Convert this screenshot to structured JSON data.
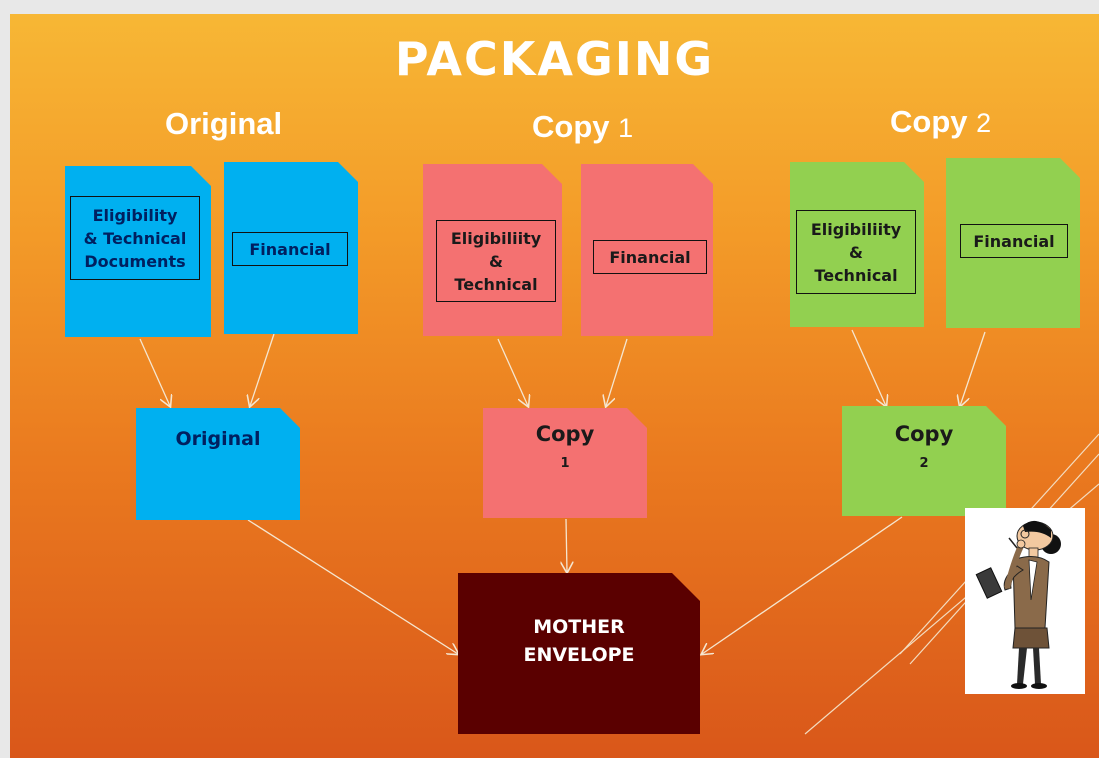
{
  "title": "PACKAGING",
  "columns": [
    {
      "heading": "Original",
      "heading_num": ""
    },
    {
      "heading": "Copy",
      "heading_num": "1"
    },
    {
      "heading": "Copy",
      "heading_num": "2"
    }
  ],
  "original": {
    "doc1": [
      "Eligibility",
      "& Technical",
      "Documents"
    ],
    "doc2": "Financial",
    "bundle": "Original"
  },
  "copy1": {
    "doc1": [
      "Eligibiliity",
      "&",
      "Technical"
    ],
    "doc2": "Financial",
    "bundle_title": "Copy",
    "bundle_num": "1"
  },
  "copy2": {
    "doc1": [
      "Eligibiliity",
      "&",
      "Technical"
    ],
    "doc2": "Financial",
    "bundle_title": "Copy",
    "bundle_num": "2"
  },
  "mother": [
    "MOTHER",
    "ENVELOPE"
  ],
  "colors": {
    "blue": "#00b0f0",
    "red": "#f47171",
    "green": "#92d050",
    "mother": "#5a0000"
  },
  "illustration": "thinking-businesswoman"
}
